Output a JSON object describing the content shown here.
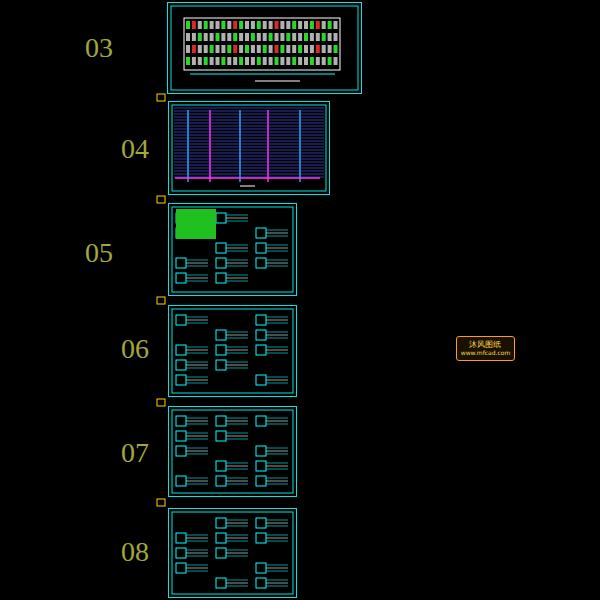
{
  "diagram": {
    "nodes": [
      {
        "text": [
          "03"
        ]
      },
      {
        "text": [
          "04"
        ]
      },
      {
        "text": [
          "05"
        ]
      },
      {
        "text": [
          "06"
        ]
      },
      {
        "text": [
          "07"
        ]
      },
      {
        "text": [
          "08"
        ]
      },
      {
        "text": [
          "沐风图纸",
          "www.mfcad.com"
        ]
      }
    ]
  }
}
